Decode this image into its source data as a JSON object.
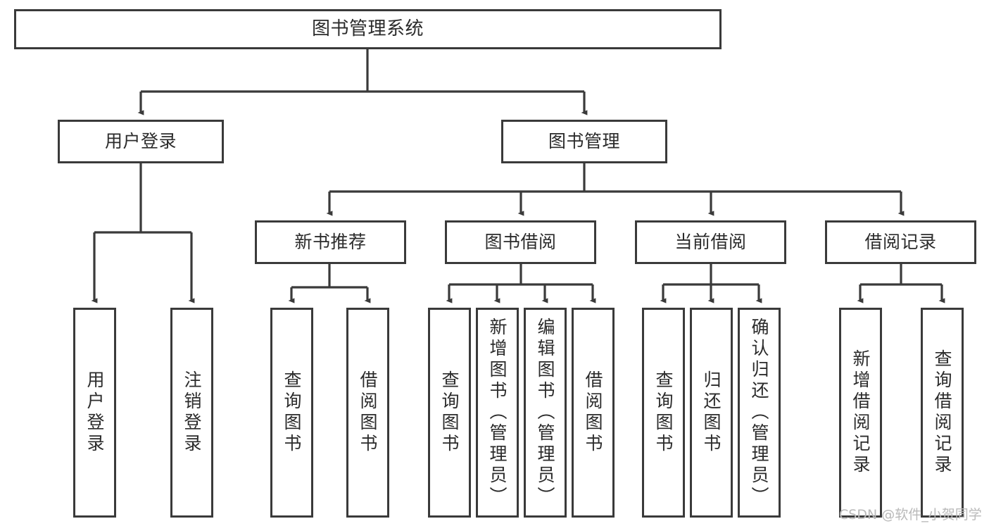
{
  "diagram": {
    "type": "hierarchy-tree",
    "title": "图书管理系统",
    "levels": {
      "root": {
        "id": "root",
        "label": "图书管理系统"
      },
      "level2": [
        {
          "id": "user-login",
          "label": "用户登录"
        },
        {
          "id": "book-manage",
          "label": "图书管理"
        }
      ],
      "level3": [
        {
          "id": "new-book-recommend",
          "label": "新书推荐",
          "parent": "book-manage"
        },
        {
          "id": "book-borrow",
          "label": "图书借阅",
          "parent": "book-manage"
        },
        {
          "id": "current-borrow",
          "label": "当前借阅",
          "parent": "book-manage"
        },
        {
          "id": "borrow-record",
          "label": "借阅记录",
          "parent": "book-manage"
        }
      ],
      "leaves": [
        {
          "id": "leaf-user-login",
          "label": "用户登录",
          "parent": "user-login"
        },
        {
          "id": "leaf-user-logout",
          "label": "注销登录",
          "parent": "user-login"
        },
        {
          "id": "leaf-query-book-1",
          "label": "查询图书",
          "parent": "new-book-recommend"
        },
        {
          "id": "leaf-borrow-book-1",
          "label": "借阅图书",
          "parent": "new-book-recommend"
        },
        {
          "id": "leaf-query-book-2",
          "label": "查询图书",
          "parent": "book-borrow"
        },
        {
          "id": "leaf-add-book",
          "label": "新增图书（管理员）",
          "parent": "book-borrow"
        },
        {
          "id": "leaf-edit-book",
          "label": "编辑图书（管理员）",
          "parent": "book-borrow"
        },
        {
          "id": "leaf-borrow-book-2",
          "label": "借阅图书",
          "parent": "book-borrow"
        },
        {
          "id": "leaf-query-book-3",
          "label": "查询图书",
          "parent": "current-borrow"
        },
        {
          "id": "leaf-return-book",
          "label": "归还图书",
          "parent": "current-borrow"
        },
        {
          "id": "leaf-confirm-return",
          "label": "确认归还（管理员）",
          "parent": "current-borrow"
        },
        {
          "id": "leaf-add-record",
          "label": "新增借阅记录",
          "parent": "borrow-record"
        },
        {
          "id": "leaf-query-record",
          "label": "查询借阅记录",
          "parent": "borrow-record"
        }
      ]
    },
    "colors": {
      "box_border": "#3a3a3a",
      "box_fill": "#ffffff",
      "text": "#2b2b2b",
      "connector": "#3a3a3a",
      "watermark": "#b9b9b9"
    }
  },
  "watermark": {
    "text": "CSDN @软件_小贺同学"
  }
}
